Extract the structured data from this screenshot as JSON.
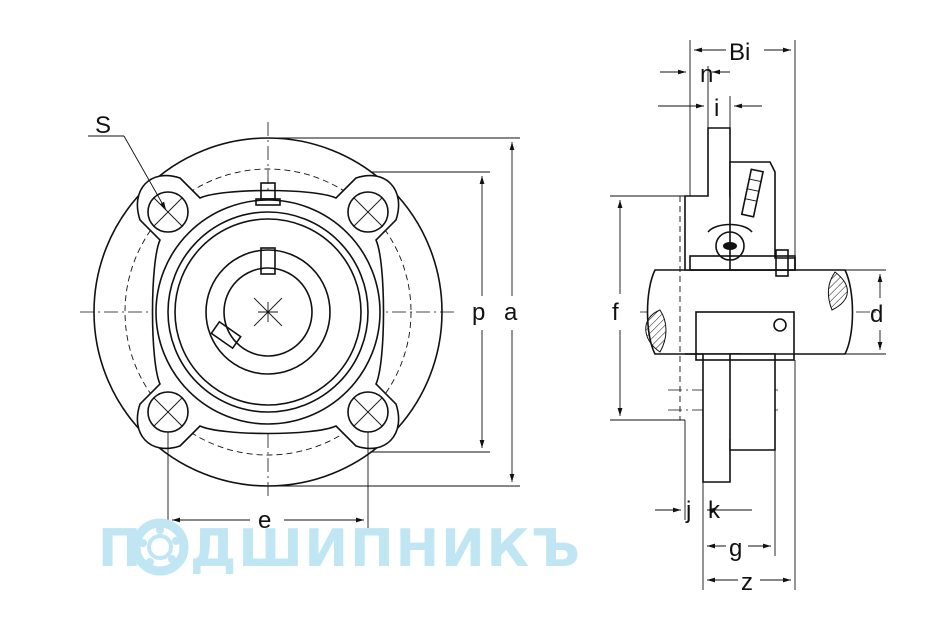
{
  "labels": {
    "s": "S",
    "p": "p",
    "a": "a",
    "e": "e",
    "bi": "Bi",
    "n": "n",
    "i": "i",
    "f": "f",
    "d": "d",
    "j": "j",
    "k": "k",
    "g": "g",
    "z": "z"
  },
  "watermark": {
    "text_before": "П",
    "text_after": "ДШИПНИКЪ"
  }
}
